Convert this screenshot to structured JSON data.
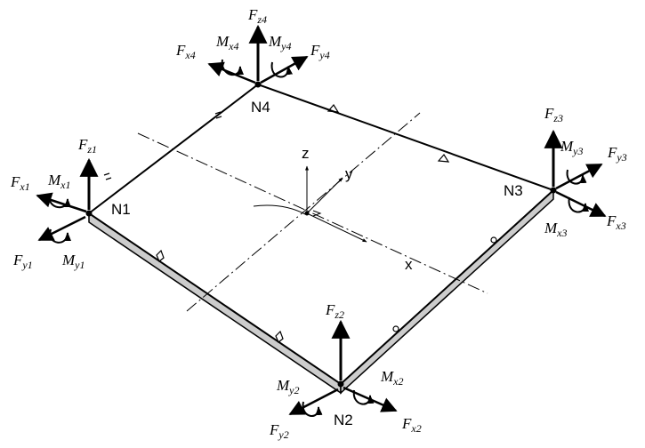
{
  "nodes": {
    "n1": {
      "label": "N1"
    },
    "n2": {
      "label": "N2"
    },
    "n3": {
      "label": "N3"
    },
    "n4": {
      "label": "N4"
    }
  },
  "local_axes": {
    "x": "x",
    "y": "y",
    "z": "z"
  },
  "loads": {
    "n1": {
      "fz": {
        "sym": "F",
        "sub": "z1"
      },
      "fx": {
        "sym": "F",
        "sub": "x1"
      },
      "mx": {
        "sym": "M",
        "sub": "x1"
      },
      "fy": {
        "sym": "F",
        "sub": "y1"
      },
      "my": {
        "sym": "M",
        "sub": "y1"
      }
    },
    "n2": {
      "fz": {
        "sym": "F",
        "sub": "z2"
      },
      "mx": {
        "sym": "M",
        "sub": "x2"
      },
      "fx": {
        "sym": "F",
        "sub": "x2"
      },
      "my": {
        "sym": "M",
        "sub": "y2"
      },
      "fy": {
        "sym": "F",
        "sub": "y2"
      }
    },
    "n3": {
      "fz": {
        "sym": "F",
        "sub": "z3"
      },
      "my": {
        "sym": "M",
        "sub": "y3"
      },
      "fy": {
        "sym": "F",
        "sub": "y3"
      },
      "mx": {
        "sym": "M",
        "sub": "x3"
      },
      "fx": {
        "sym": "F",
        "sub": "x3"
      }
    },
    "n4": {
      "fz": {
        "sym": "F",
        "sub": "z4"
      },
      "fx": {
        "sym": "F",
        "sub": "x4"
      },
      "mx": {
        "sym": "M",
        "sub": "x4"
      },
      "my": {
        "sym": "M",
        "sub": "y4"
      },
      "fy": {
        "sym": "F",
        "sub": "y4"
      }
    }
  },
  "colors": {
    "line": "#000000",
    "plate_edge": "#cccccc",
    "background": "#ffffff"
  }
}
